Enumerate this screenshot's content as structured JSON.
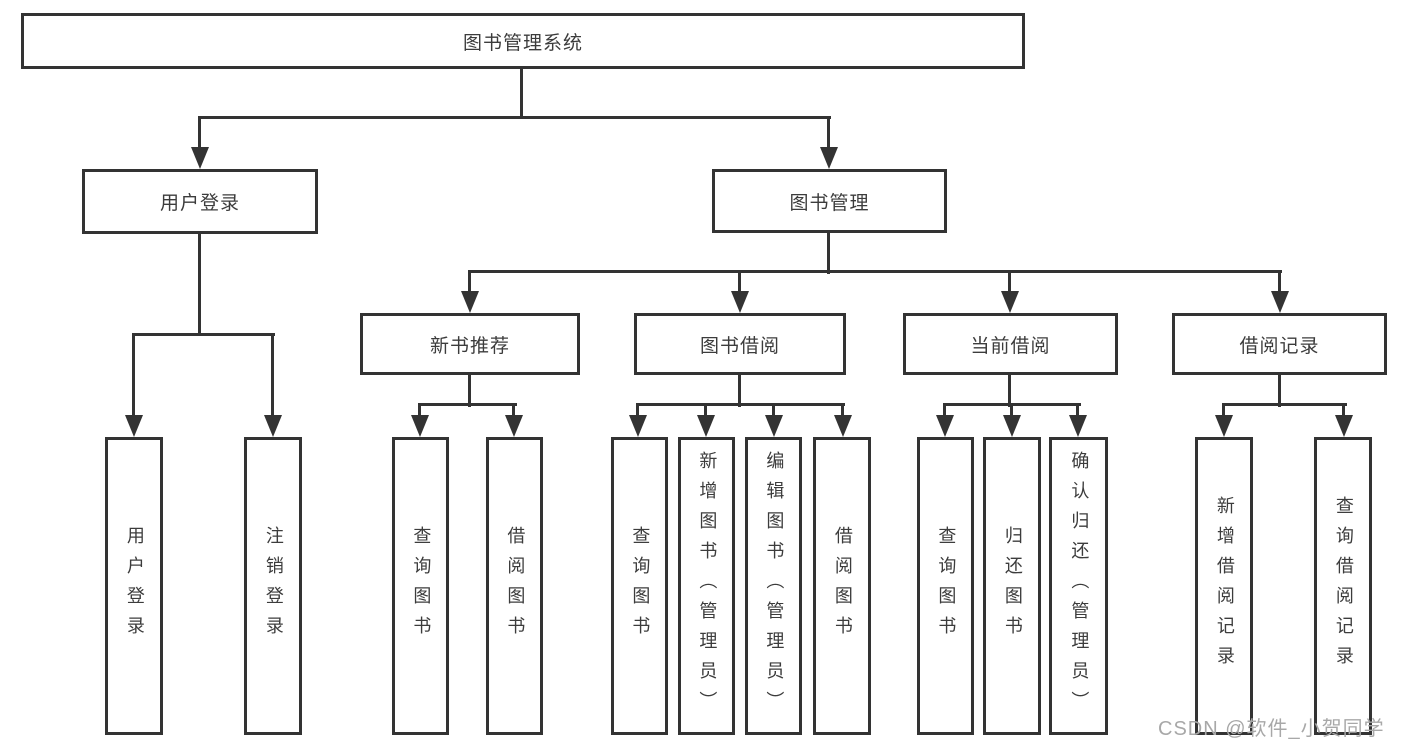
{
  "diagram": {
    "root": "图书管理系统",
    "level2": [
      "用户登录",
      "图书管理"
    ],
    "level3": [
      "新书推荐",
      "图书借阅",
      "当前借阅",
      "借阅记录"
    ],
    "level4": {
      "login": [
        "用户登录",
        "注销登录"
      ],
      "newbooks": [
        "查询图书",
        "借阅图书"
      ],
      "borrow": [
        "查询图书",
        "新增图书（管理员）",
        "编辑图书（管理员）",
        "借阅图书"
      ],
      "current": [
        "查询图书",
        "归还图书",
        "确认归还（管理员）"
      ],
      "records": [
        "新增借阅记录",
        "查询借阅记录"
      ]
    }
  },
  "watermark": "CSDN @软件_小贺同学",
  "colors": {
    "stroke": "#333333",
    "text": "#3c3c3c",
    "watermark": "#a8a8a8",
    "background": "#ffffff"
  }
}
